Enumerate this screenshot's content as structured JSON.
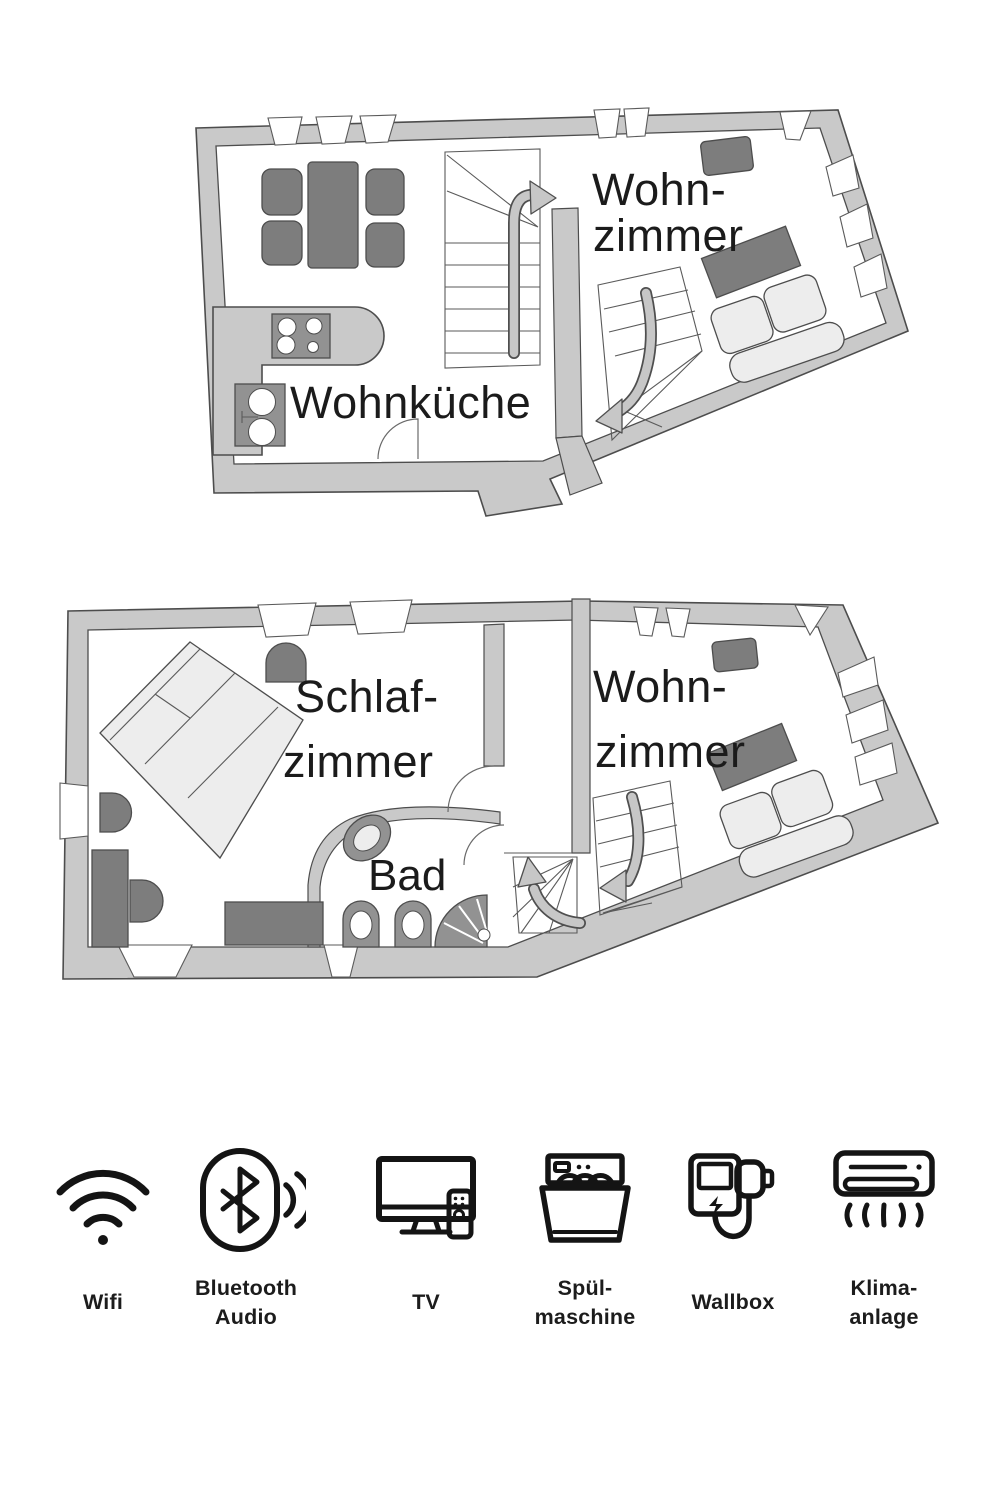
{
  "page": {
    "type": "vacation-rental floor plan sheet",
    "background": "#ffffff"
  },
  "colors": {
    "wall_fill": "#c9c9c9",
    "outline": "#4d4d4d",
    "dark_furniture": "#7d7d7d",
    "light_furniture": "#ededed",
    "icon_ink": "#141414",
    "label_ink": "#1c1c1c"
  },
  "floorplans": {
    "upper": {
      "name": "upper-floor-plan",
      "rooms": [
        {
          "id": "wohnzimmer",
          "lines": [
            "Wohn-",
            "zimmer"
          ]
        },
        {
          "id": "wohnkueche",
          "lines": [
            "Wohnküche"
          ]
        }
      ]
    },
    "lower": {
      "name": "lower-floor-plan",
      "rooms": [
        {
          "id": "schlafzimmer",
          "lines": [
            "Schlaf-",
            "zimmer"
          ]
        },
        {
          "id": "bad",
          "lines": [
            "Bad"
          ]
        },
        {
          "id": "wohnzimmer",
          "lines": [
            "Wohn-",
            "zimmer"
          ]
        }
      ]
    }
  },
  "amenities": [
    {
      "icon": "wifi-icon",
      "lines": [
        "Wifi"
      ]
    },
    {
      "icon": "bluetooth-audio-icon",
      "lines": [
        "Bluetooth",
        "Audio"
      ]
    },
    {
      "icon": "tv-icon",
      "lines": [
        "TV"
      ]
    },
    {
      "icon": "dishwasher-icon",
      "lines": [
        "Spül-",
        "maschine"
      ]
    },
    {
      "icon": "wallbox-icon",
      "lines": [
        "Wallbox"
      ]
    },
    {
      "icon": "air-conditioner-icon",
      "lines": [
        "Klima-",
        "anlage"
      ]
    }
  ]
}
